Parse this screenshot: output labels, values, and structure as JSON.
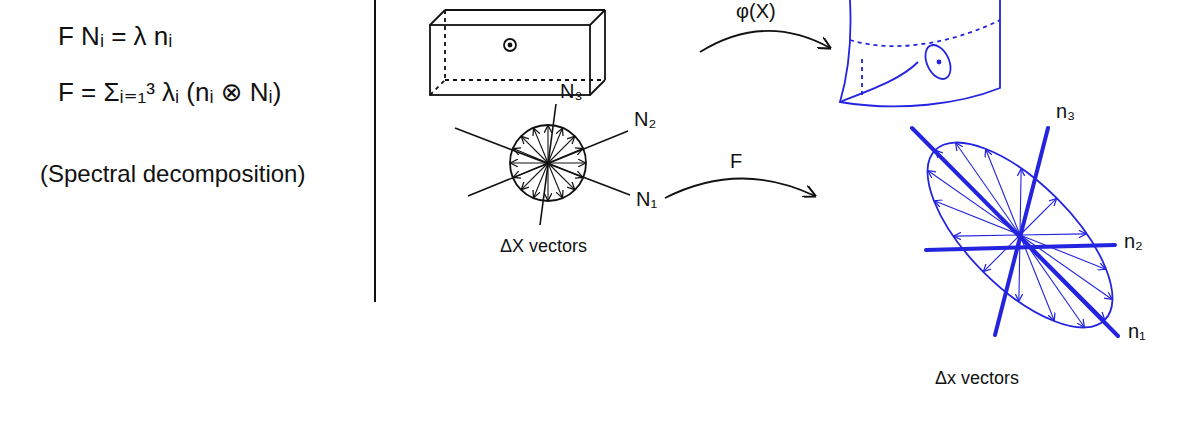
{
  "diagram": {
    "labels": [
      "F Nᵢ = λ nᵢ",
      "F = Σᵢ₌₁³ λᵢ (nᵢ ⊗ Nᵢ)",
      "(Spectral decomposition)",
      "φ(X)",
      "F",
      "N₃",
      "N₂",
      "N₁",
      "ΔX vectors",
      "n₃",
      "n₂",
      "n₁",
      "Δx vectors"
    ]
  }
}
